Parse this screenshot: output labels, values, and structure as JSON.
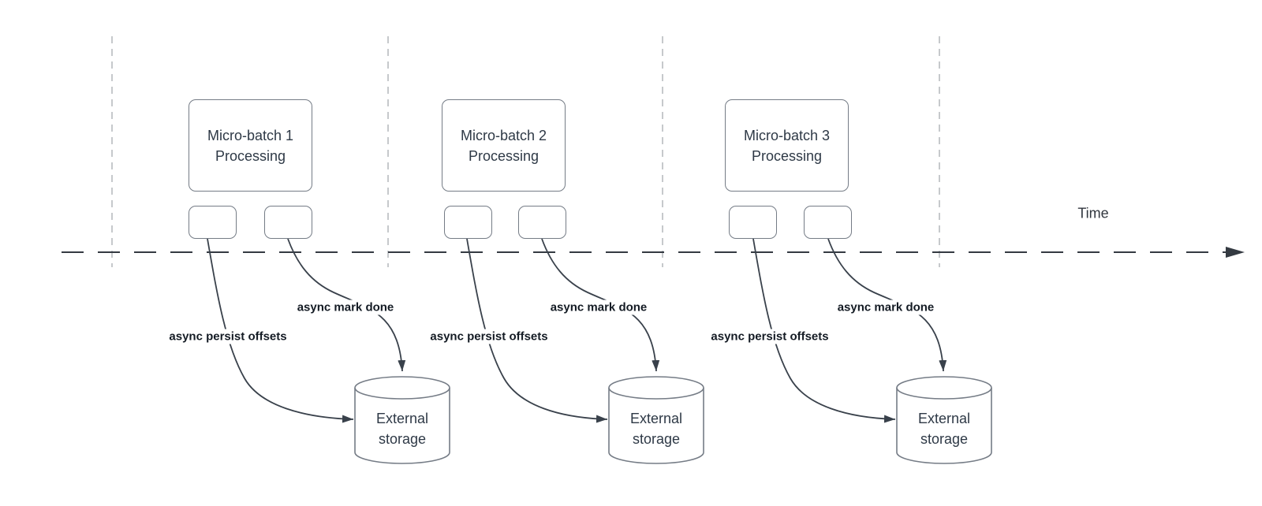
{
  "diagram": {
    "time_axis_label": "Time",
    "batches": [
      {
        "box_title_line1": "Micro-batch 1",
        "box_title_line2": "Processing",
        "persist_arrow_label": "async persist offsets",
        "mark_done_arrow_label": "async mark done",
        "storage_label_line1": "External",
        "storage_label_line2": "storage"
      },
      {
        "box_title_line1": "Micro-batch 2",
        "box_title_line2": "Processing",
        "persist_arrow_label": "async persist offsets",
        "mark_done_arrow_label": "async mark done",
        "storage_label_line1": "External",
        "storage_label_line2": "storage"
      },
      {
        "box_title_line1": "Micro-batch 3",
        "box_title_line2": "Processing",
        "persist_arrow_label": "async persist offsets",
        "mark_done_arrow_label": "async mark done",
        "storage_label_line1": "External",
        "storage_label_line2": "storage"
      }
    ],
    "colors": {
      "background": "#ffffff",
      "timeline_stroke": "#343a42",
      "arrow_stroke": "#39414b",
      "shape_border": "#757c86",
      "guide_line": "#b3b7bc",
      "shape_text": "#2e3946",
      "label_text": "#141b24"
    }
  }
}
